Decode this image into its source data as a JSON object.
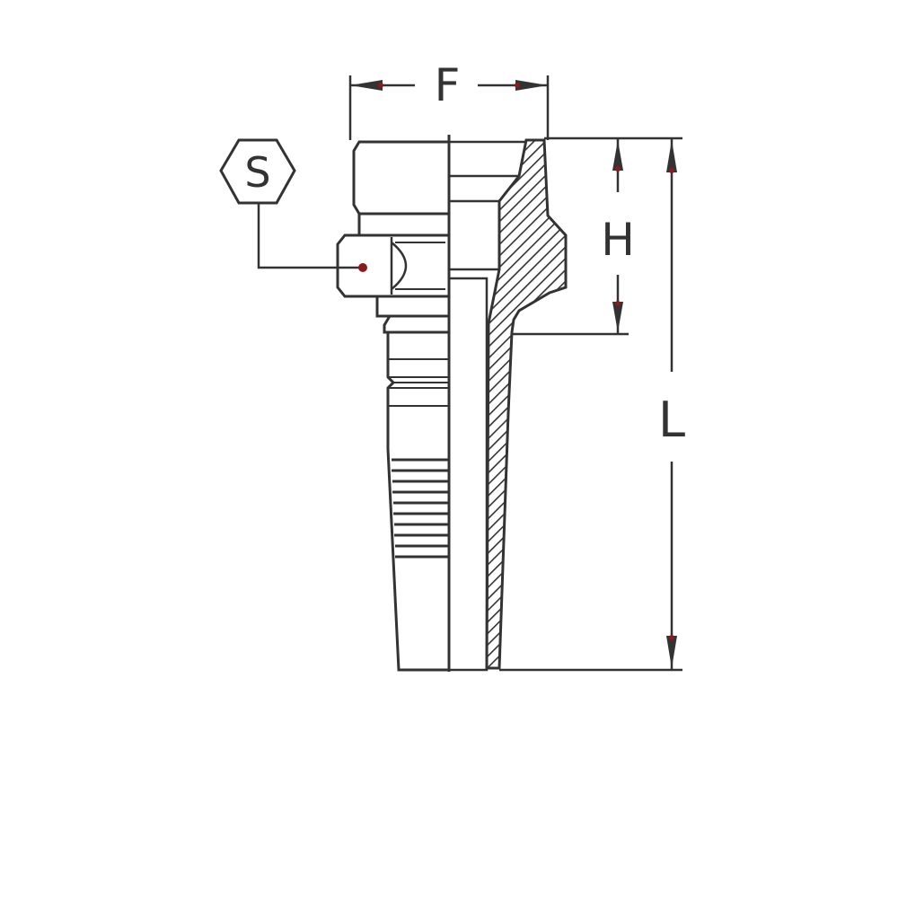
{
  "drawing": {
    "hex_label": "S",
    "dimensions": {
      "width_label": "F",
      "height_label": "H",
      "length_label": "L"
    }
  },
  "colors": {
    "stroke": "#333333",
    "arrow_accent": "#8b1a1a",
    "background": "#ffffff"
  }
}
